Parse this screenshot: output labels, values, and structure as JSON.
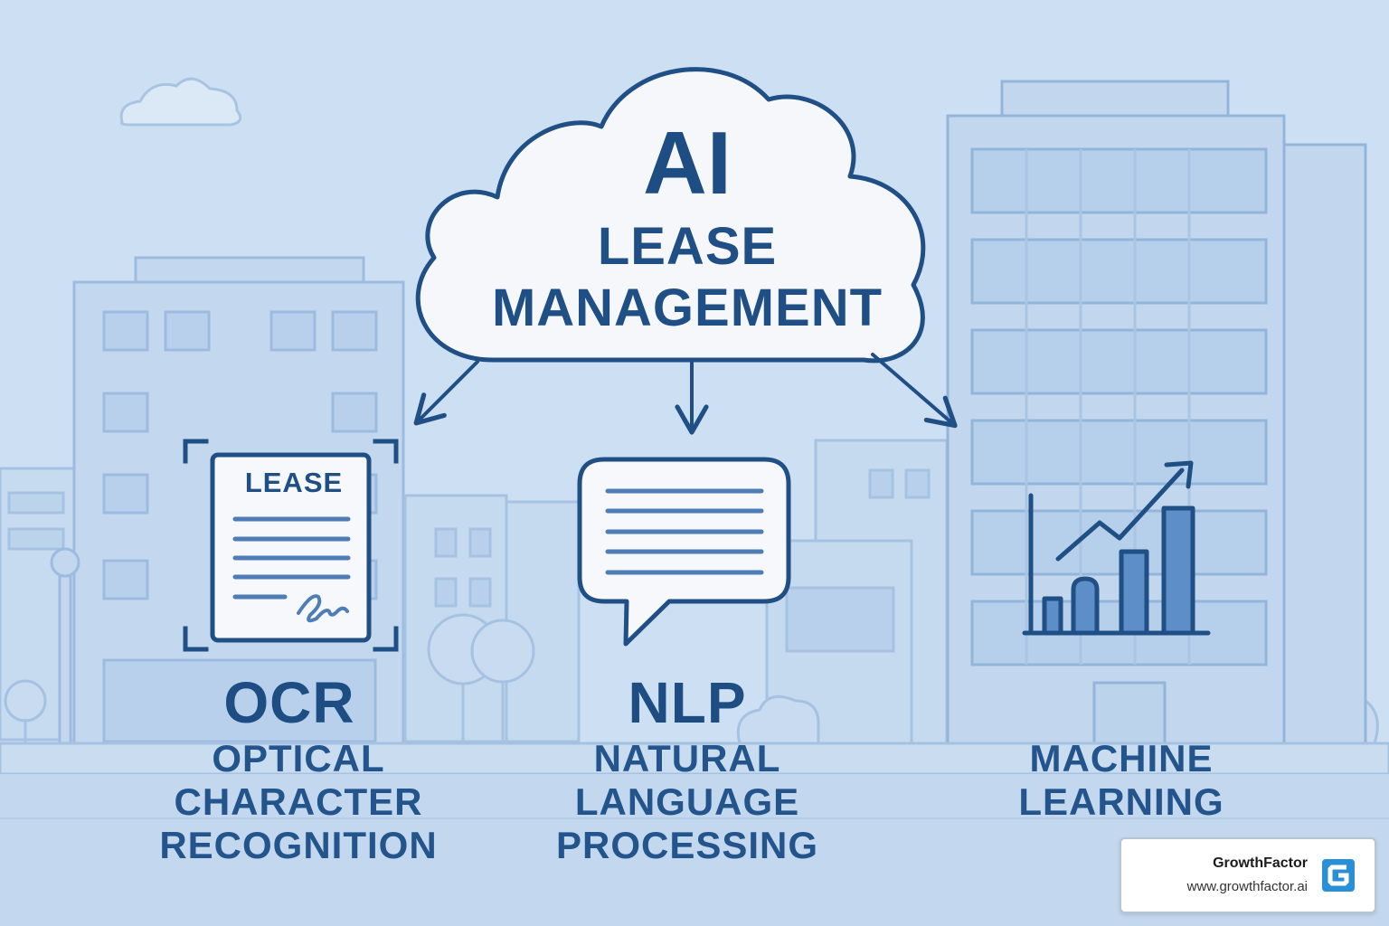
{
  "cloud": {
    "big": "AI",
    "line1": "LEASE",
    "line2": "MANAGEMENT"
  },
  "document": {
    "title": "LEASE"
  },
  "ocr": {
    "abbr": "OCR",
    "full": [
      "OPTICAL",
      "CHARACTER",
      "RECOGNITION"
    ]
  },
  "nlp": {
    "abbr": "NLP",
    "full": [
      "NATURAL",
      "LANGUAGE",
      "PROCESSING"
    ]
  },
  "ml": {
    "full": [
      "MACHINE",
      "LEARNING"
    ]
  },
  "brand": {
    "name": "GrowthFactor",
    "url": "www.growthfactor.ai"
  },
  "colors": {
    "background": "#cddff2",
    "primary": "#1f4f85",
    "building_fill": "#c4d8ee",
    "building_stroke": "#93b5dc",
    "logo_accent": "#2b8fd6"
  },
  "icons": [
    "cloud-icon",
    "lease-document-icon",
    "speech-bubble-icon",
    "bar-chart-growth-icon",
    "growthfactor-logo-icon"
  ]
}
